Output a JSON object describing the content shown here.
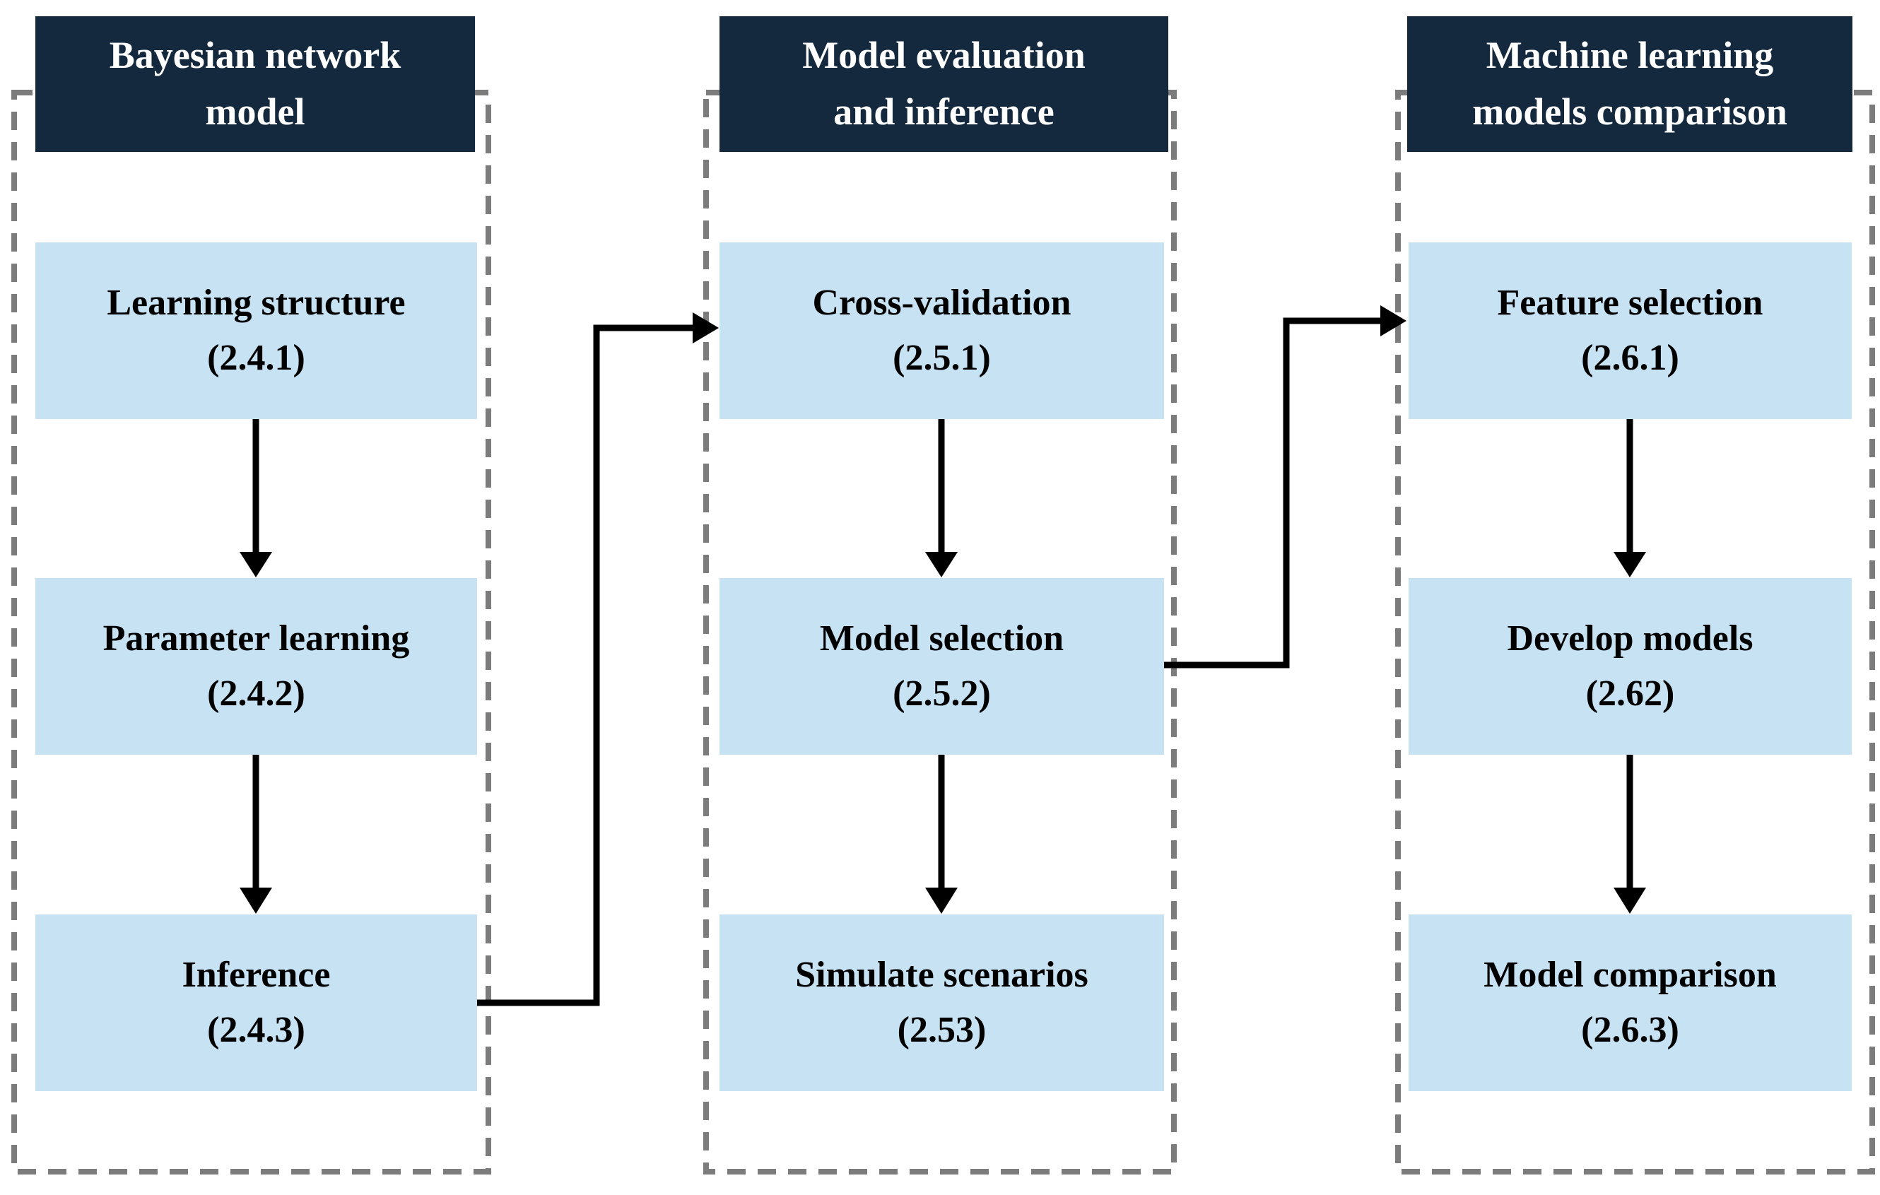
{
  "diagram": {
    "columns": [
      {
        "title": "Bayesian network model",
        "title_lines": [
          "Bayesian network",
          "model"
        ],
        "boxes": [
          {
            "label": "Learning structure",
            "ref": "(2.4.1)"
          },
          {
            "label": "Parameter learning",
            "ref": "(2.4.2)"
          },
          {
            "label": "Inference",
            "ref": "(2.4.3)"
          }
        ]
      },
      {
        "title": "Model evaluation and inference",
        "title_lines": [
          "Model evaluation",
          "and inference"
        ],
        "boxes": [
          {
            "label": "Cross-validation",
            "ref": "(2.5.1)"
          },
          {
            "label": "Model selection",
            "ref": "(2.5.2)"
          },
          {
            "label": "Simulate scenarios",
            "ref": "(2.53)"
          }
        ]
      },
      {
        "title": "Machine learning models comparison",
        "title_lines": [
          "Machine learning",
          "models comparison"
        ],
        "boxes": [
          {
            "label": "Feature selection",
            "ref": "(2.6.1)"
          },
          {
            "label": "Develop models",
            "ref": "(2.62)"
          },
          {
            "label": "Model comparison",
            "ref": "(2.6.3)"
          }
        ]
      }
    ],
    "connections": [
      {
        "from": "Learning structure (2.4.1)",
        "to": "Parameter learning (2.4.2)",
        "type": "straight-down"
      },
      {
        "from": "Parameter learning (2.4.2)",
        "to": "Inference (2.4.3)",
        "type": "straight-down"
      },
      {
        "from": "Inference (2.4.3)",
        "to": "Cross-validation (2.5.1)",
        "type": "elbow-right-up-right"
      },
      {
        "from": "Cross-validation (2.5.1)",
        "to": "Model selection (2.5.2)",
        "type": "straight-down"
      },
      {
        "from": "Model selection (2.5.2)",
        "to": "Simulate scenarios (2.53)",
        "type": "straight-down"
      },
      {
        "from": "Model selection (2.5.2)",
        "to": "Feature selection (2.6.1)",
        "type": "elbow-right-up-right"
      },
      {
        "from": "Feature selection (2.6.1)",
        "to": "Develop models (2.62)",
        "type": "straight-down"
      },
      {
        "from": "Develop models (2.62)",
        "to": "Model comparison (2.6.3)",
        "type": "straight-down"
      }
    ],
    "colors": {
      "header_bg": "#14293e",
      "header_text": "#ffffff",
      "box_bg": "#c6e2f3",
      "box_text": "#000000",
      "dashed_border": "#7c7c7c",
      "arrow": "#000000",
      "background": "#ffffff"
    }
  }
}
